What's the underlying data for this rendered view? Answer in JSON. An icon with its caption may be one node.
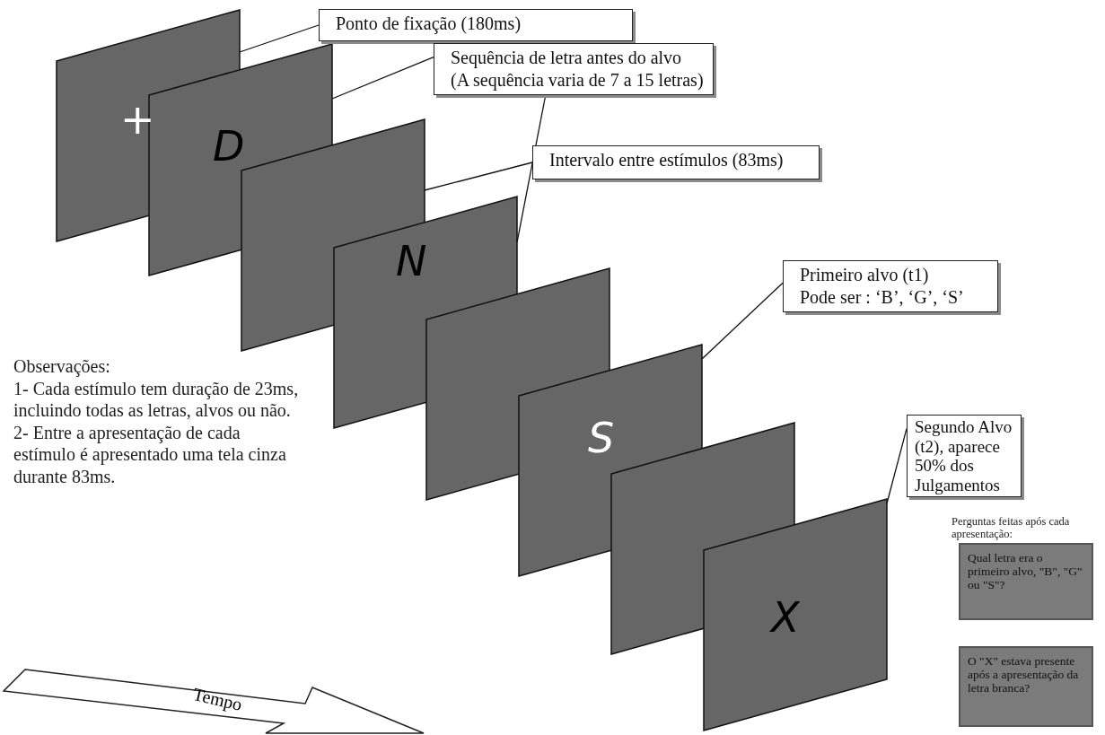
{
  "diagram": {
    "nodes": [
      {
        "text": [
          "+"
        ]
      },
      {
        "text": [
          "D"
        ]
      },
      {
        "text": [],
        "shape": "parallelogram"
      },
      {
        "text": [
          "N"
        ]
      },
      {
        "text": [],
        "shape": "parallelogram"
      },
      {
        "text": [
          "S"
        ]
      },
      {
        "text": [],
        "shape": "parallelogram"
      },
      {
        "text": [
          "X"
        ]
      },
      {
        "text": [
          "Ponto de fixação (180ms)"
        ]
      },
      {
        "text": [
          "Sequência de letra antes do alvo",
          "(A sequência varia de 7 a 15 letras)"
        ]
      },
      {
        "text": [
          "Intervalo entre estímulos (83ms)"
        ]
      },
      {
        "text": [
          "Primeiro alvo (t1)",
          "Pode ser : ‘B’, ‘G’, ‘S’"
        ]
      },
      {
        "text": [
          "Segundo Alvo (t2), aparece 50% dos Julgamentos"
        ]
      },
      {
        "text": [
          "Qual letra era o primeiro alvo, \"B\", \"G\" ou \"S\"?"
        ]
      },
      {
        "text": [
          "O \"X\" estava presente após a apresentação da letra branca?"
        ]
      },
      {
        "text": [
          "Tempo"
        ]
      }
    ],
    "edges": [
      {
        "from": 8,
        "to": 0,
        "arrow": "none"
      },
      {
        "from": 9,
        "to": 1,
        "arrow": "none"
      },
      {
        "from": 9,
        "to": 3,
        "arrow": "none"
      },
      {
        "from": 10,
        "to": 2,
        "arrow": "none"
      },
      {
        "from": 11,
        "to": 5,
        "arrow": "none"
      },
      {
        "from": 12,
        "to": 7,
        "arrow": "none"
      }
    ],
    "labels": [
      "Observações:",
      "1- Cada estímulo tem duração de 23ms, incluindo todas as letras, alvos ou não.",
      "2- Entre a apresentação de cada estímulo é apresentado uma tela cinza durante 83ms.",
      "Perguntas feitas após cada apresentação:"
    ]
  }
}
